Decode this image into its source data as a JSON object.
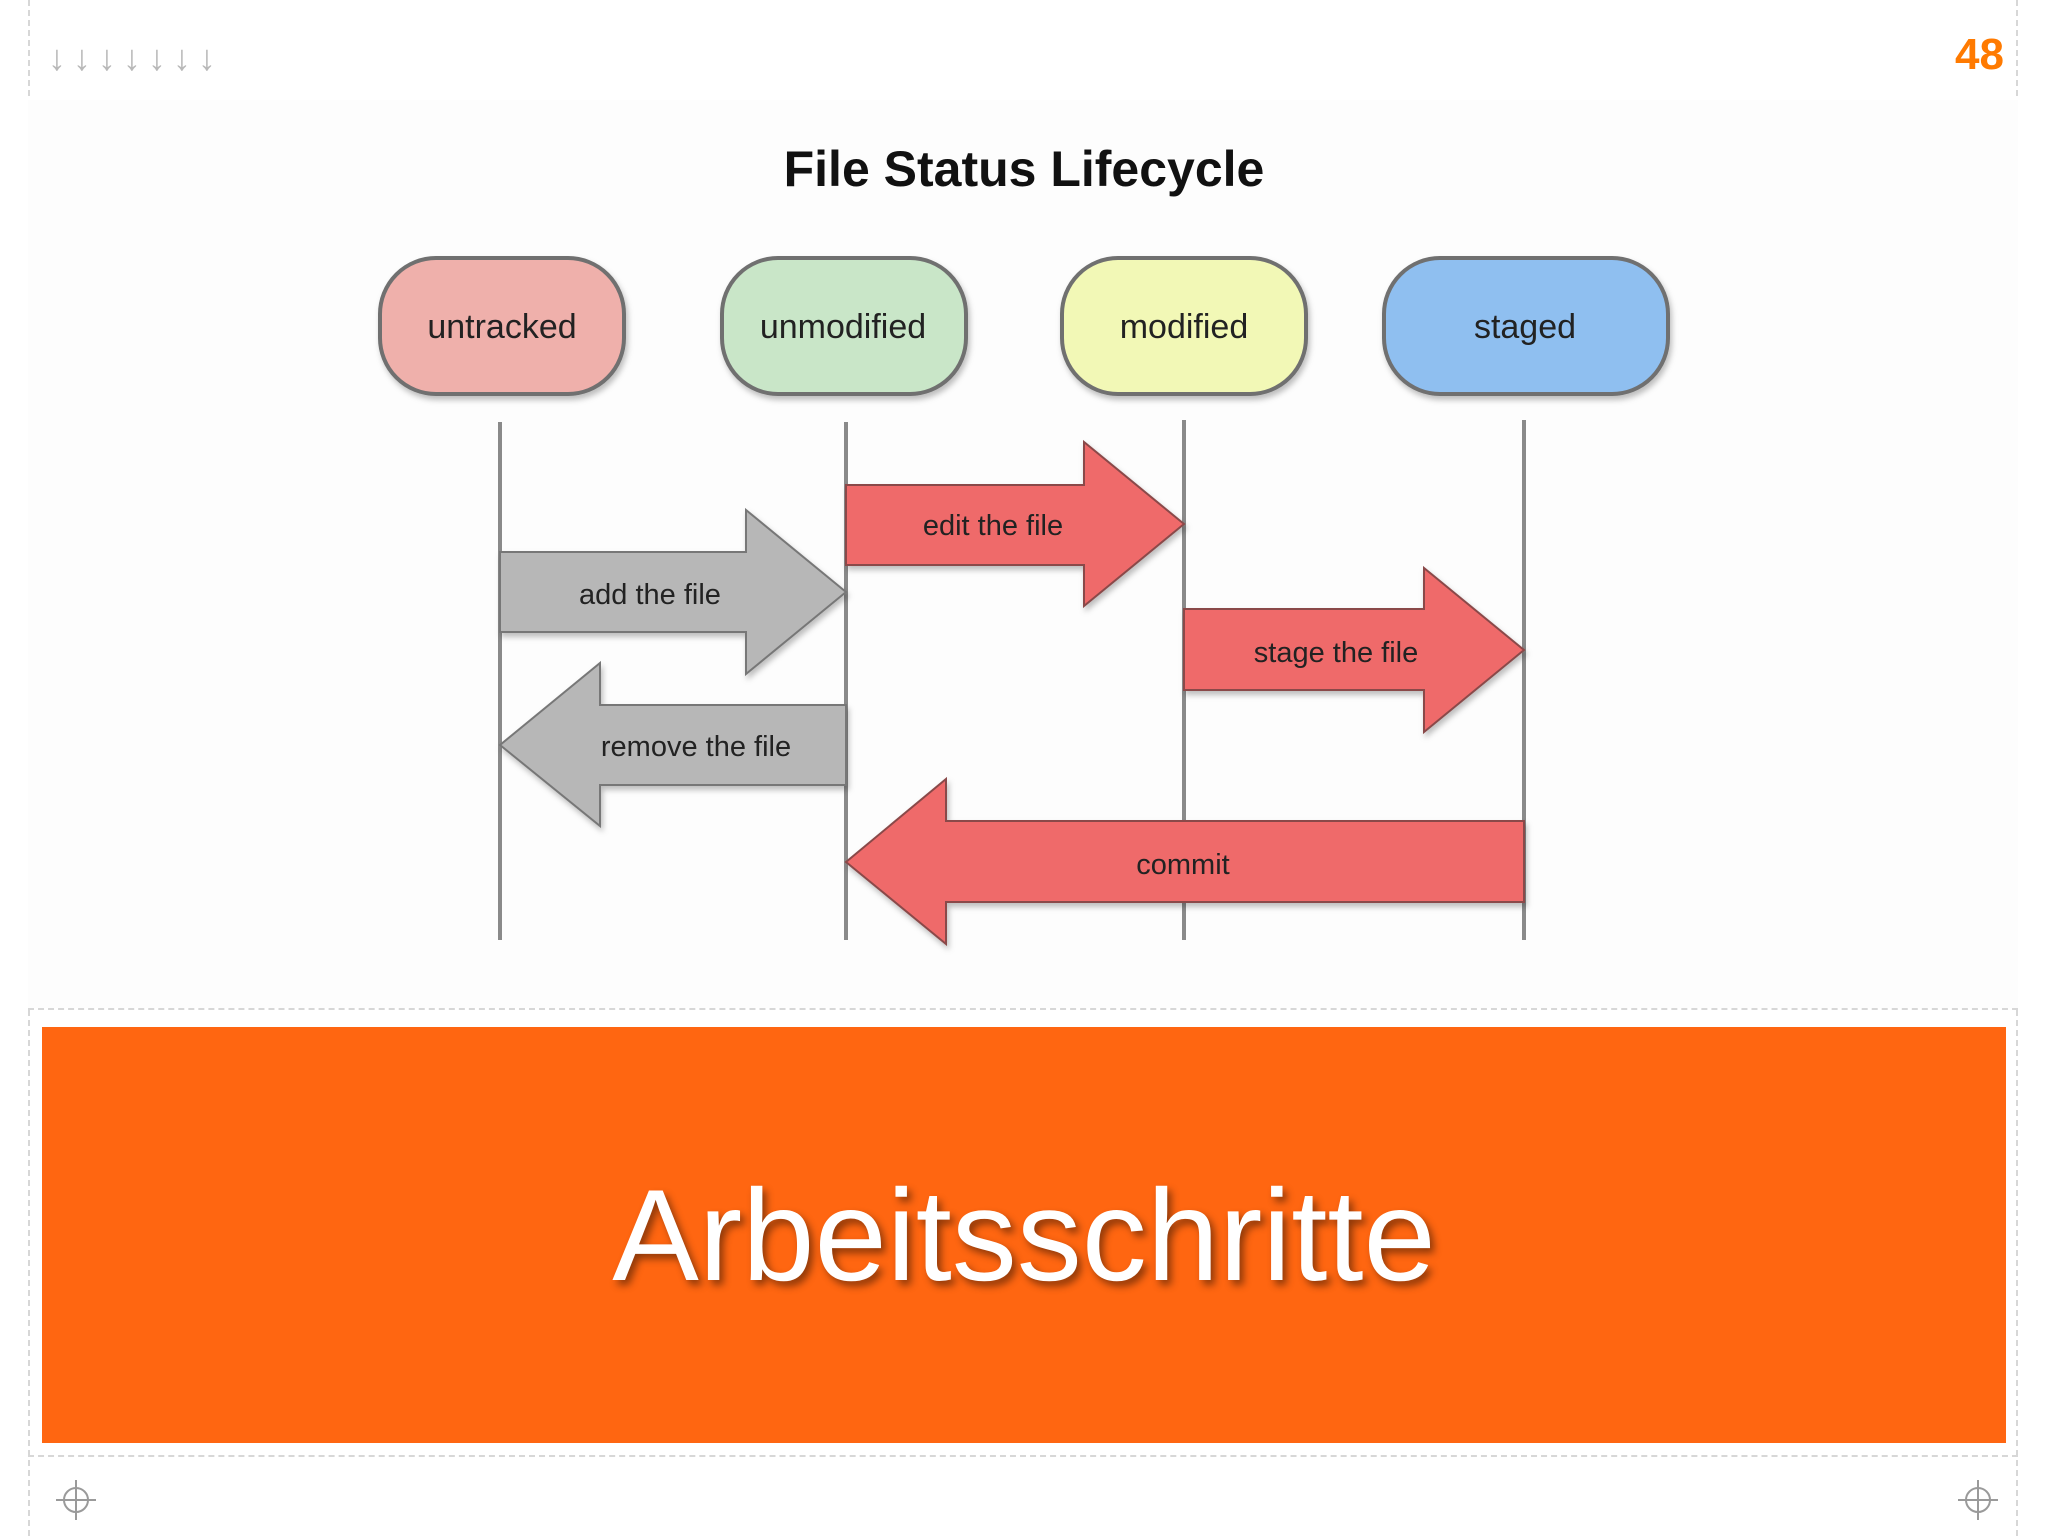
{
  "header": {
    "nav_arrows": [
      "↓",
      "↓",
      "↓",
      "↓",
      "↓",
      "↓",
      "↓"
    ],
    "slide_number": "48"
  },
  "diagram": {
    "title": "File Status Lifecycle",
    "states": [
      {
        "id": "untracked",
        "label": "untracked",
        "color": "#efb0ab"
      },
      {
        "id": "unmodified",
        "label": "unmodified",
        "color": "#c9e6c8"
      },
      {
        "id": "modified",
        "label": "modified",
        "color": "#f2f8b6"
      },
      {
        "id": "staged",
        "label": "staged",
        "color": "#8fbff0"
      }
    ],
    "transitions": [
      {
        "label": "edit the file",
        "from": "unmodified",
        "to": "modified",
        "color": "#ef6a6a"
      },
      {
        "label": "add the file",
        "from": "untracked",
        "to": "unmodified",
        "color": "#b7b7b7"
      },
      {
        "label": "stage the file",
        "from": "modified",
        "to": "staged",
        "color": "#ef6a6a"
      },
      {
        "label": "remove the file",
        "from": "unmodified",
        "to": "untracked",
        "color": "#b7b7b7"
      },
      {
        "label": "commit",
        "from": "staged",
        "to": "unmodified",
        "color": "#ef6a6a"
      }
    ]
  },
  "banner": {
    "text": "Arbeitsschritte",
    "color": "#ff6611"
  },
  "footer": {
    "left_icon": "crosshair-icon",
    "right_icon": "crosshair-icon"
  }
}
